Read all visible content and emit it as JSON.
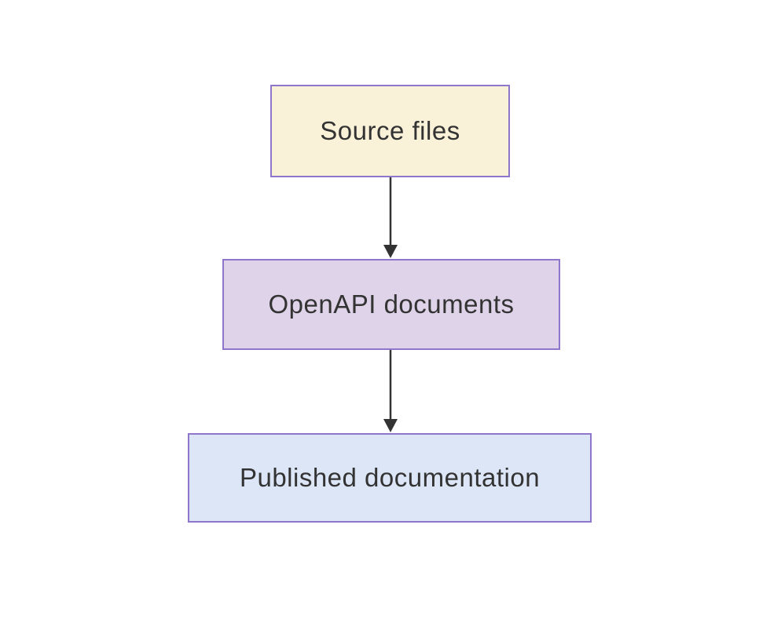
{
  "page": {
    "background_color": "#ffffff"
  },
  "diagram": {
    "type": "flowchart",
    "direction": "top-down",
    "text_color": "#333333",
    "edge_color": "#333333",
    "border_color": "#8f76cb",
    "nodes": [
      {
        "id": "source-files",
        "label": "Source files",
        "fill": "#faf2d8",
        "border": "#8f76cb"
      },
      {
        "id": "openapi-documents",
        "label": "OpenAPI documents",
        "fill": "#ded3e8",
        "border": "#8f76cb"
      },
      {
        "id": "published-documentation",
        "label": "Published documentation",
        "fill": "#dce6f7",
        "border": "#8f76cb"
      }
    ],
    "edges": [
      {
        "from": "source-files",
        "to": "openapi-documents"
      },
      {
        "from": "openapi-documents",
        "to": "published-documentation"
      }
    ]
  }
}
